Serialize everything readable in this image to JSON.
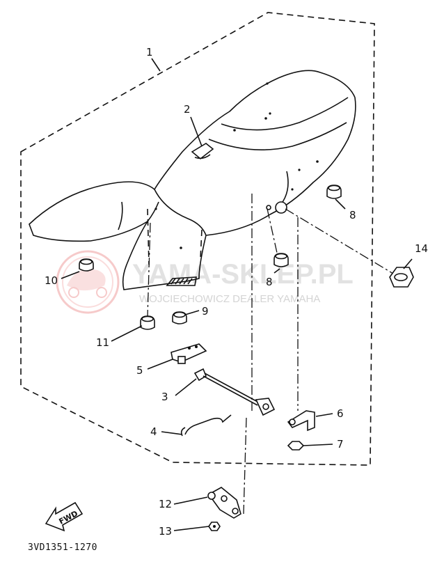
{
  "callouts": {
    "c1": "1",
    "c2": "2",
    "c3": "3",
    "c4": "4",
    "c5": "5",
    "c6": "6",
    "c7": "7",
    "c8a": "8",
    "c8b": "8",
    "c9": "9",
    "c10": "10",
    "c11": "11",
    "c12": "12",
    "c13": "13",
    "c14": "14"
  },
  "diagram_code": "3VD1351-1270",
  "fwd_label": "FWD",
  "watermark": {
    "title": "YAMA-SKLEP.PL",
    "subtitle": "WOJCIECHOWICZ DEALER YAMAHA"
  },
  "colors": {
    "line": "#111111",
    "watermark_logo": "#f2b0b0",
    "watermark_text": "#d9d9d9"
  }
}
